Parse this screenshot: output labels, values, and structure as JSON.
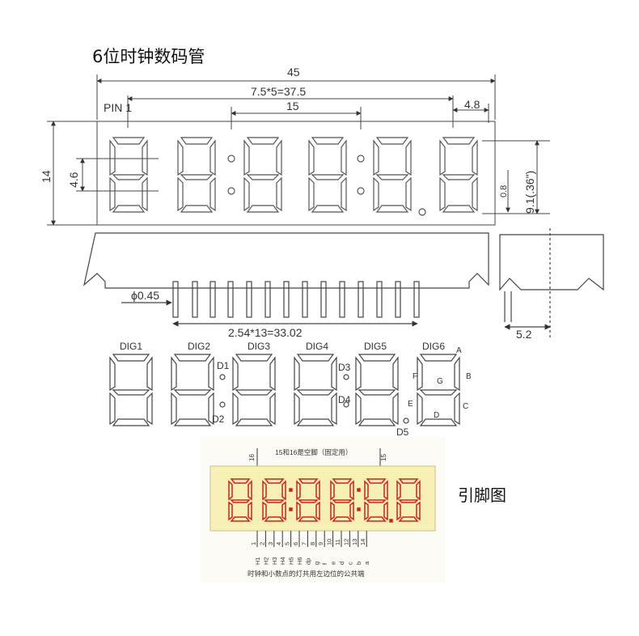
{
  "title": "6位时钟数码管",
  "side_label": "引脚图",
  "dimensions": {
    "overall_width": "45",
    "pitch": "7.5*5=37.5",
    "middle": "15",
    "right_offset": "4.8",
    "height": "14",
    "digit_gap": "4.6",
    "dot_offset": "0.8",
    "digit_height": "9.1(.36\")",
    "pin_diameter": "ϕ0.45",
    "pin_span": "2.54*13=33.02",
    "depth": "5.2",
    "pin1": "PIN 1"
  },
  "digits": [
    "DIG1",
    "DIG2",
    "DIG3",
    "DIG4",
    "DIG5",
    "DIG6"
  ],
  "dots": [
    "D1",
    "D2",
    "D3",
    "D4",
    "D5"
  ],
  "segments": [
    "A",
    "B",
    "C",
    "D",
    "E",
    "F",
    "G"
  ],
  "pinout": {
    "caption_top": "15和16是空脚（固定用）",
    "top_pins": [
      "16",
      "15"
    ],
    "bottom_pins": [
      "1",
      "2",
      "3",
      "4",
      "5",
      "6",
      "7",
      "8",
      "9",
      "10",
      "11",
      "12",
      "13",
      "14"
    ],
    "pin_functions": [
      "H1",
      "H2",
      "H3",
      "H4",
      "H5",
      "H6",
      "dp",
      "g",
      "f",
      "e",
      "d",
      "c",
      "b",
      "a"
    ],
    "caption_bottom": "时钟和小数点的灯共用左边位的公共端",
    "display_color": "#d21f1f",
    "panel_color": "#f6f0b4"
  }
}
